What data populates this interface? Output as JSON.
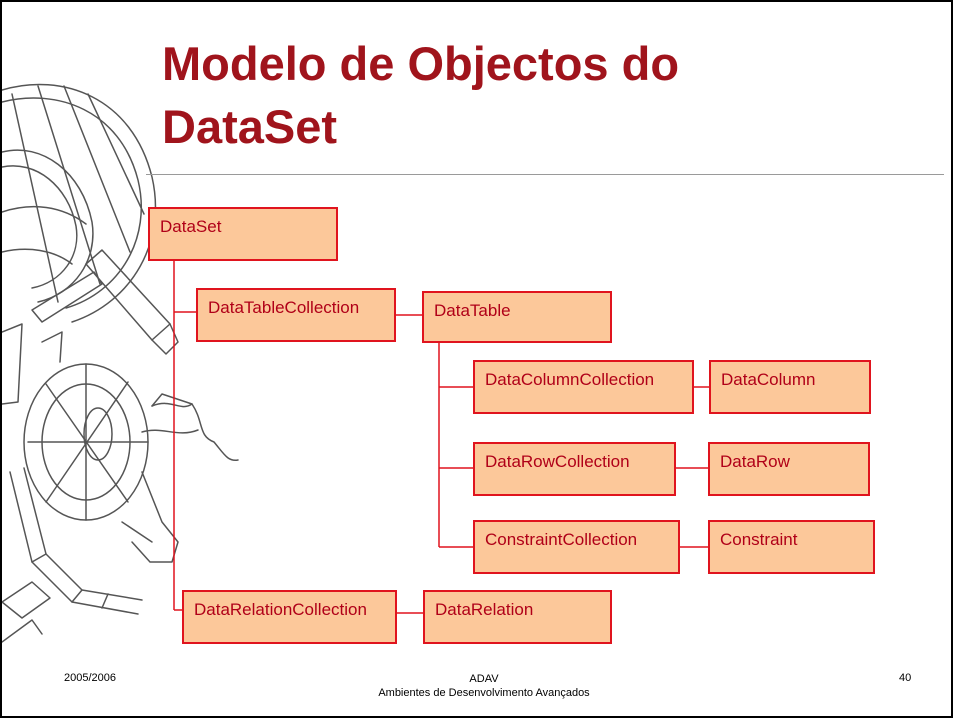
{
  "slide": {
    "title_line1": "Modelo de Objectos do",
    "title_line2": "DataSet"
  },
  "diagram": {
    "nodes": {
      "dataset": "DataSet",
      "datatable_collection": "DataTableCollection",
      "datatable": "DataTable",
      "datacolumn_collection": "DataColumnCollection",
      "datacolumn": "DataColumn",
      "datarow_collection": "DataRowCollection",
      "datarow": "DataRow",
      "constraint_collection": "ConstraintCollection",
      "constraint": "Constraint",
      "datarelation_collection": "DataRelationCollection",
      "datarelation": "DataRelation"
    },
    "colors": {
      "box_fill": "#fcc89a",
      "box_border": "#e0141e",
      "box_text": "#b00018",
      "title": "#a0141c"
    }
  },
  "footer": {
    "date": "2005/2006",
    "course_code": "ADAV",
    "course_name": "Ambientes de Desenvolvimento Avançados",
    "page_number": "40"
  },
  "decoration": {
    "icon": "armillary-sphere-icon"
  }
}
